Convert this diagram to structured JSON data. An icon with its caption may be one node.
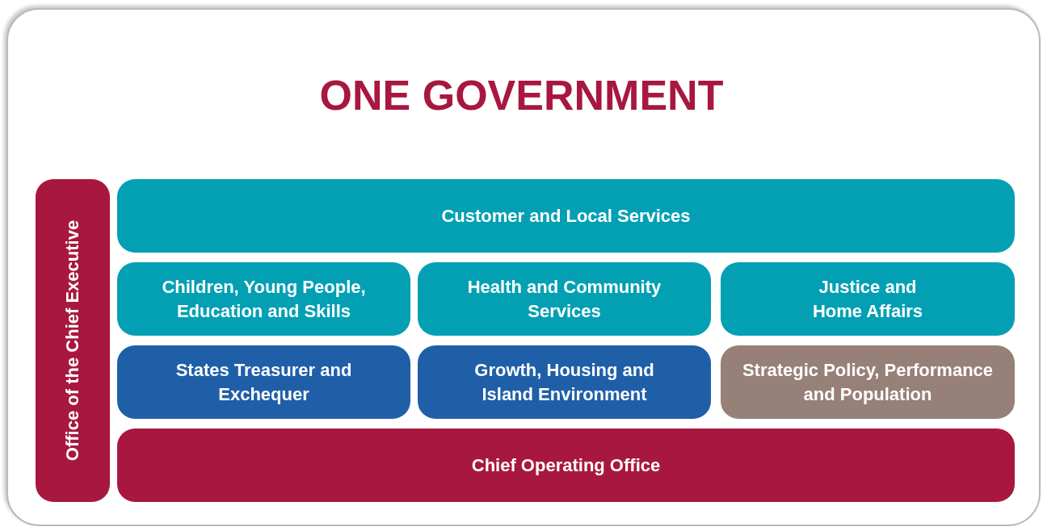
{
  "diagram": {
    "title": "ONE GOVERNMENT",
    "nodes": [
      {
        "text": [
          "Office of the Chief Executive"
        ]
      },
      {
        "text": [
          "Customer and Local Services"
        ]
      },
      {
        "text": [
          "Children, Young People, Education and Skills"
        ]
      },
      {
        "text": [
          "Health and Community Services"
        ]
      },
      {
        "text": [
          "Justice and Home Affairs"
        ]
      },
      {
        "text": [
          "States Treasurer and Exchequer"
        ]
      },
      {
        "text": [
          "Growth, Housing and Island Environment"
        ]
      },
      {
        "text": [
          "Strategic Policy, Performance and Population"
        ]
      },
      {
        "text": [
          "Chief Operating Office"
        ]
      }
    ]
  }
}
